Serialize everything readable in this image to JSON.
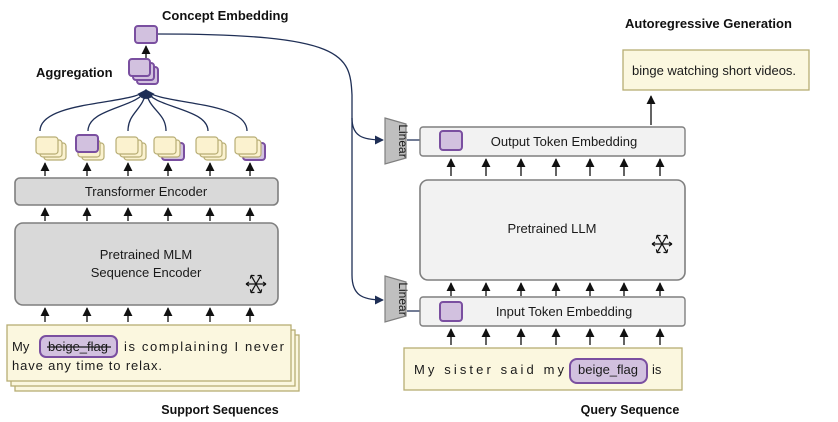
{
  "labels": {
    "concept_embedding": "Concept Embedding",
    "aggregation": "Aggregation",
    "autoregressive_generation": "Autoregressive Generation",
    "support_sequences": "Support Sequences",
    "query_sequence": "Query Sequence"
  },
  "blocks": {
    "transformer_encoder": "Transformer Encoder",
    "mlm_line1": "Pretrained MLM",
    "mlm_line2": "Sequence Encoder",
    "pretrained_llm": "Pretrained LLM",
    "output_token_embedding": "Output Token Embedding",
    "input_token_embedding": "Input Token Embedding",
    "linear_top": "Linear",
    "linear_bottom": "Linear"
  },
  "support": {
    "line1_prefix": "My",
    "word": "beige_flag",
    "line1_suffix": "is complaining I never",
    "line2": "have any time to relax."
  },
  "query": {
    "prefix": "My  sister said my",
    "word": "beige_flag",
    "suffix": "is"
  },
  "output_text": "binge watching short videos.",
  "colors": {
    "purple": "#7a4fa0",
    "purple_fill": "#d2c1df",
    "cream": "#fbf7df",
    "cream_border": "#b7ad74",
    "gray_block": "#d9d9d9",
    "light_block": "#f2f2f2",
    "navy": "#1f2f56"
  }
}
